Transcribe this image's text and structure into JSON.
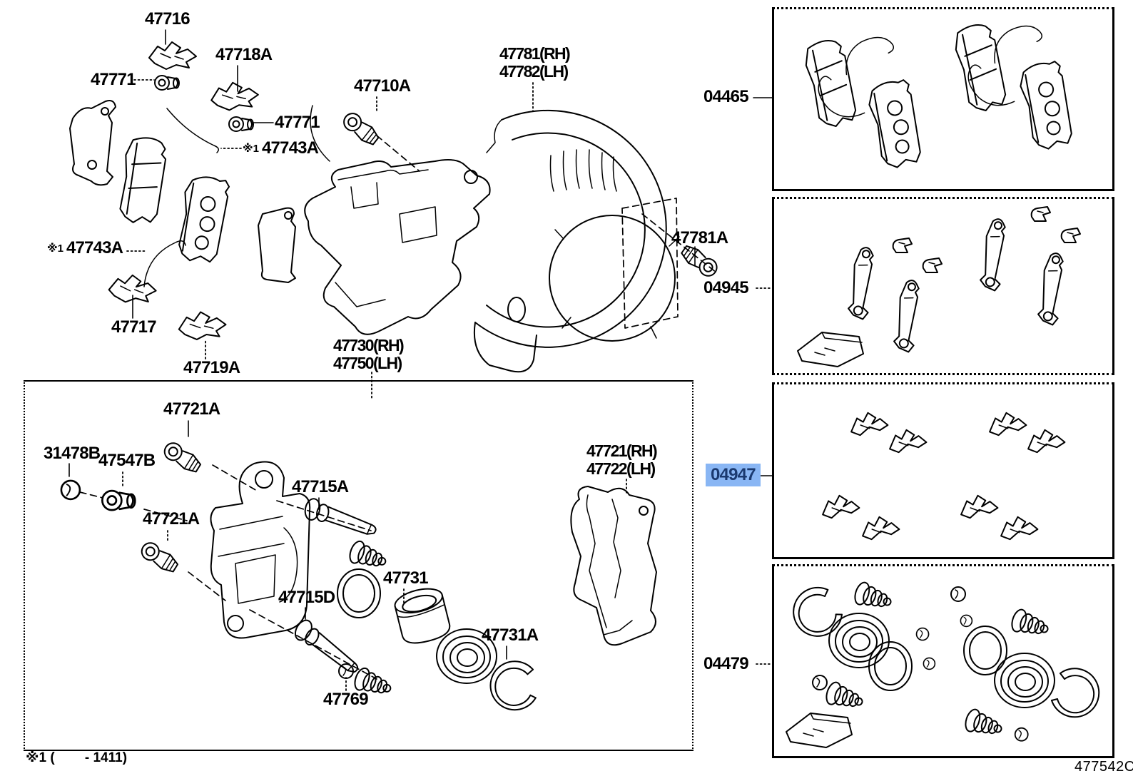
{
  "labels": {
    "l47716": {
      "text": "47716"
    },
    "l47718A": {
      "text": "47718A"
    },
    "l47771a": {
      "text": "47771"
    },
    "l47771b": {
      "text": "47771"
    },
    "l47743Aa": {
      "prefix": "※1",
      "text": "47743A"
    },
    "l47743Ab": {
      "prefix": "※1",
      "text": "47743A"
    },
    "l47717": {
      "text": "47717"
    },
    "l47719A": {
      "text": "47719A"
    },
    "l47710A": {
      "text": "47710A"
    },
    "l47781": {
      "line1": "47781(RH)",
      "line2": "47782(LH)"
    },
    "l47781A": {
      "text": "47781A"
    },
    "l47730": {
      "line1": "47730(RH)",
      "line2": "47750(LH)"
    },
    "l47721Aa": {
      "text": "47721A"
    },
    "l31478B": {
      "text": "31478B"
    },
    "l47547B": {
      "text": "47547B"
    },
    "l47715A": {
      "text": "47715A"
    },
    "l47721Ab": {
      "text": "47721A"
    },
    "l47715D": {
      "text": "47715D"
    },
    "l47731": {
      "text": "47731"
    },
    "l47731A": {
      "text": "47731A"
    },
    "l47769": {
      "text": "47769"
    },
    "l47721": {
      "line1": "47721(RH)",
      "line2": "47722(LH)"
    }
  },
  "kits": {
    "k04465": {
      "code": "04465",
      "highlighted": false
    },
    "k04945": {
      "code": "04945",
      "highlighted": false
    },
    "k04947": {
      "code": "04947",
      "highlighted": true
    },
    "k04479": {
      "code": "04479",
      "highlighted": false
    }
  },
  "footer": {
    "note": "※1 (        - 1411)",
    "drawing_code": "477542C"
  },
  "colors": {
    "highlight_bg": "#89b6f4",
    "highlight_text": "#1b3a70",
    "line": "#000000"
  }
}
